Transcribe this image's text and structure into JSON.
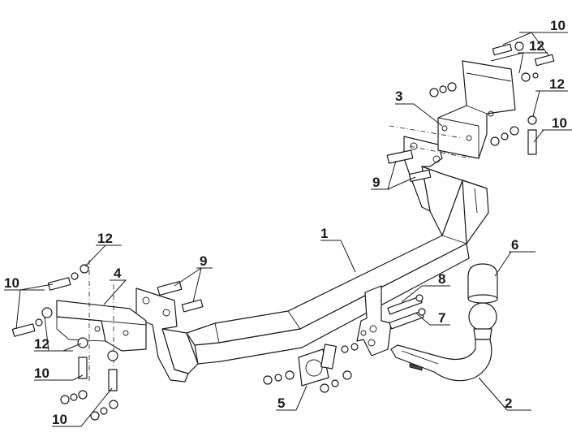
{
  "callouts": {
    "c1": "1",
    "c2": "2",
    "c3": "3",
    "c4": "4",
    "c5": "5",
    "c6": "6",
    "c7": "7",
    "c8": "8",
    "c9_top": "9",
    "c9_left": "9",
    "c10_top_right": "10",
    "c10_right": "10",
    "c10_left": "10",
    "c10_bottom_a": "10",
    "c10_bottom_b": "10",
    "c12_top_right": "12",
    "c12_right": "12",
    "c12_left_top": "12",
    "c12_left": "12"
  },
  "colors": {
    "line": "#1a1a1a",
    "background": "#ffffff"
  }
}
